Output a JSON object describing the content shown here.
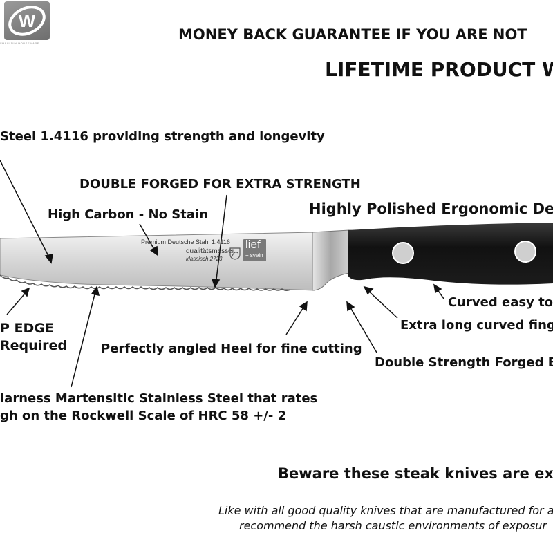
{
  "brand": {
    "logo_label": "W",
    "logo_subtext": "SHALLJUN-HOUSEWARE"
  },
  "header": {
    "guarantee": "MONEY BACK GUARANTEE IF YOU ARE NOT",
    "warranty": "LIFETIME PRODUCT W"
  },
  "callouts": {
    "steel": "Steel 1.4116 providing strength and longevity",
    "forged": "DOUBLE FORGED FOR EXTRA STRENGTH",
    "carbon": "High Carbon - No Stain",
    "polished": "Highly Polished Ergonomic De",
    "curved": "Curved easy to",
    "finger": "Extra long curved finge",
    "edge_line1": "P EDGE",
    "edge_line2": "Required",
    "heel": "Perfectly angled Heel for fine cutting",
    "bolster": "Double Strength Forged B",
    "hardness_line1": "larness Martensitic Stainless Steel that rates",
    "hardness_line2": "gh on the Rockwell Scale of HRC 58 +/- 2"
  },
  "blade_stamp": {
    "line1": "Premium Deutsche Stahl 1.4116",
    "line2": "qualitätsmesser",
    "line3": "klassisch 2723",
    "brand_top": "lief",
    "brand_bottom": "+ svein"
  },
  "footer": {
    "warning": "Beware these steak knives are ext",
    "note_line1": "Like with all good quality knives that are manufactured for a",
    "note_line2": "recommend the harsh caustic environments of exposur"
  },
  "colors": {
    "text": "#111111",
    "handle": "#151515",
    "blade": "#d9d9d9",
    "bolster": "#c4c4c4",
    "logo": "#7a7a7a"
  }
}
